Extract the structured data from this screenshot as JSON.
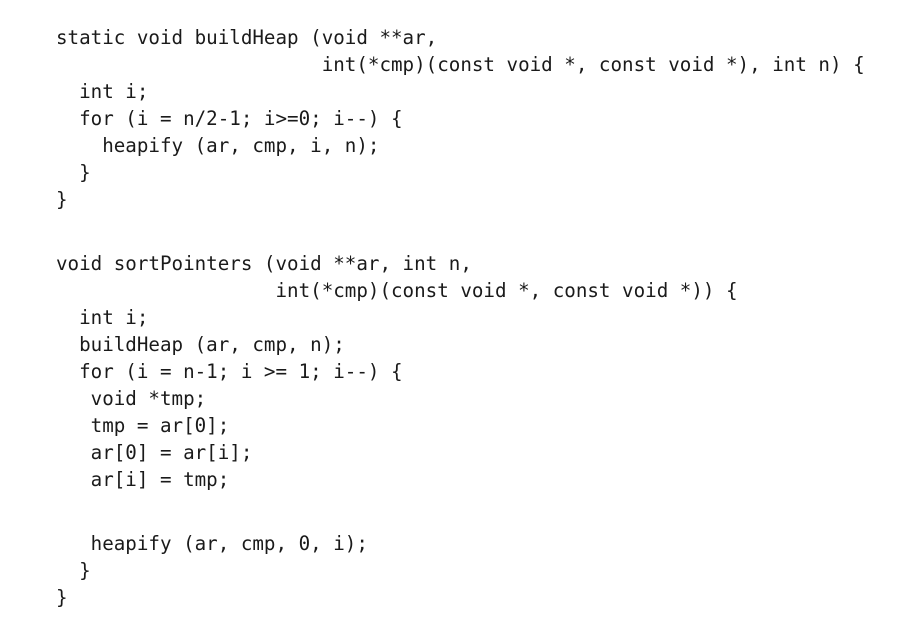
{
  "code": {
    "lines": [
      "static void buildHeap (void **ar,",
      "                       int(*cmp)(const void *, const void *), int n) {",
      "  int i;",
      "  for (i = n/2-1; i>=0; i--) {",
      "    heapify (ar, cmp, i, n);",
      "  }",
      "}",
      "",
      "void sortPointers (void **ar, int n,",
      "                   int(*cmp)(const void *, const void *)) {",
      "  int i;",
      "  buildHeap (ar, cmp, n);",
      "  for (i = n-1; i >= 1; i--) {",
      "   void *tmp;",
      "   tmp = ar[0];",
      "   ar[0] = ar[i];",
      "   ar[i] = tmp;",
      "",
      "   heapify (ar, cmp, 0, i);",
      "  }",
      "}"
    ]
  }
}
